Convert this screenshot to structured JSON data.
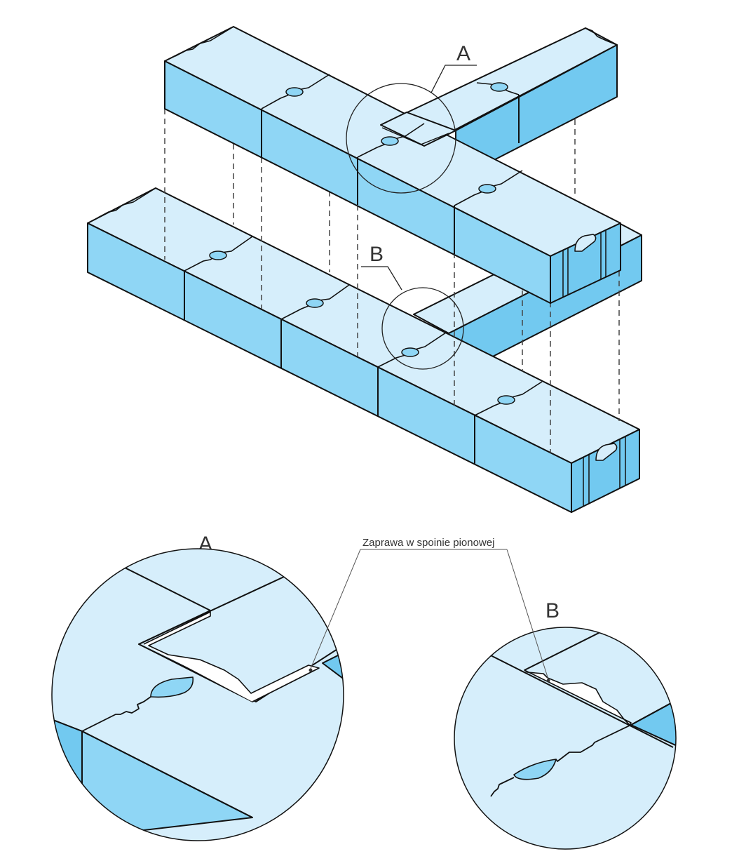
{
  "labels": {
    "detail_a_callout": "A",
    "detail_b_callout": "B",
    "detail_a_title": "A",
    "detail_b_title": "B",
    "mortar_note": "Zaprawa w spoinie pionowej"
  },
  "colors": {
    "top_face": "#d6eefb",
    "side_face": "#8fd6f5",
    "end_face": "#72c9f0",
    "outline": "#111111",
    "dash": "#444444",
    "leader": "#555555"
  }
}
